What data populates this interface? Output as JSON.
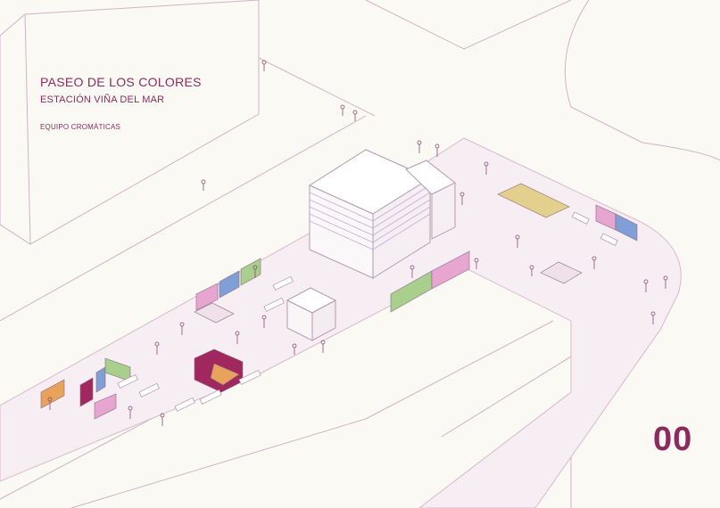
{
  "title": "PASEO DE LOS COLORES",
  "subtitle": "ESTACIÓN VIÑA DEL MAR",
  "team": "EQUIPO CROMÁTICAS",
  "page_number": "00",
  "colors": {
    "accent": "#8c2a5c",
    "background": "#faf9f4",
    "line": "#c9a6bd",
    "pavement": "#f6eef2",
    "panel_pink": "#e6a6cf",
    "panel_green": "#a8cf8c",
    "panel_blue": "#7f9fd6",
    "panel_orange": "#e8a25c",
    "panel_yellow": "#e2d08c",
    "panel_maroon": "#a0285e"
  }
}
